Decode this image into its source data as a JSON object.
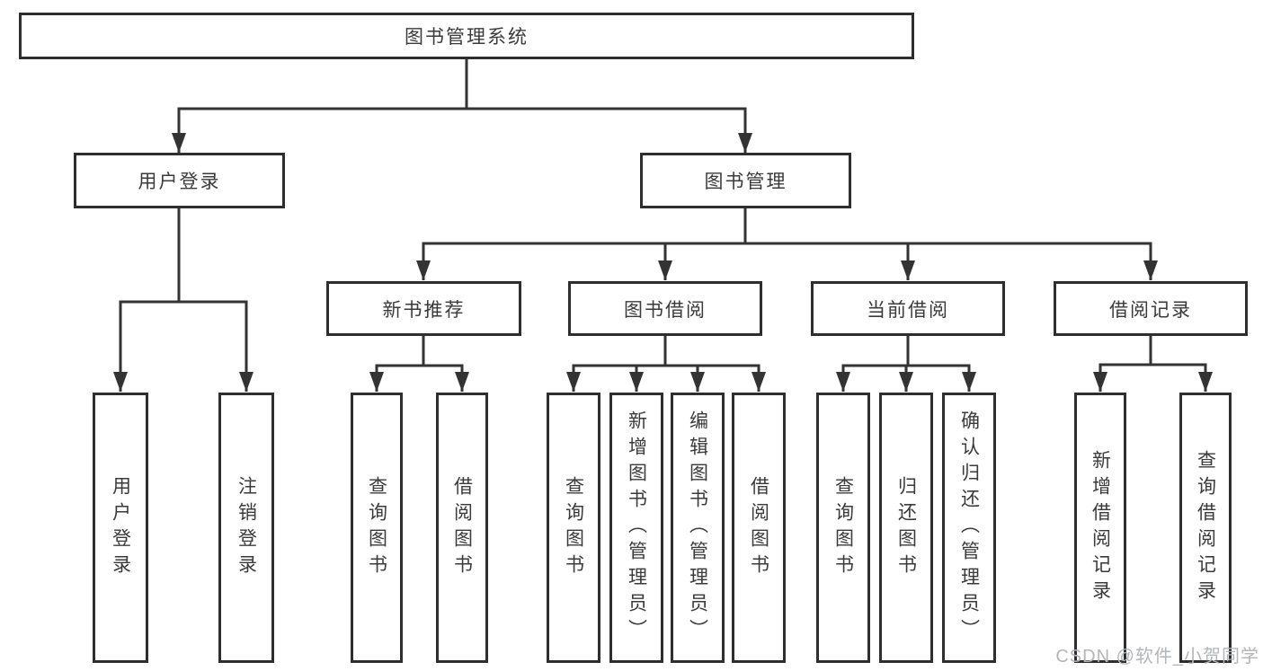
{
  "diagram": {
    "type": "hierarchy-tree",
    "orientation": "top-down",
    "tree": {
      "root": {
        "label": "图书管理系统"
      },
      "branches": [
        {
          "label": "用户登录",
          "children": [
            {
              "label": "用户登录"
            },
            {
              "label": "注销登录"
            }
          ]
        },
        {
          "label": "图书管理",
          "children": [
            {
              "label": "新书推荐",
              "children": [
                {
                  "label": "查询图书"
                },
                {
                  "label": "借阅图书"
                }
              ]
            },
            {
              "label": "图书借阅",
              "children": [
                {
                  "label": "查询图书"
                },
                {
                  "label": "新增图书（管理员）"
                },
                {
                  "label": "编辑图书（管理员）"
                },
                {
                  "label": "借阅图书"
                }
              ]
            },
            {
              "label": "当前借阅",
              "children": [
                {
                  "label": "查询图书"
                },
                {
                  "label": "归还图书"
                },
                {
                  "label": "确认归还（管理员）"
                }
              ]
            },
            {
              "label": "借阅记录",
              "children": [
                {
                  "label": "新增借阅记录"
                },
                {
                  "label": "查询借阅记录"
                }
              ]
            }
          ]
        }
      ]
    },
    "colors": {
      "line": "#333333",
      "border": "#2e2e2e",
      "text": "#3a3a3a",
      "box_background": "#ffffff",
      "page_background": "#ffffff",
      "watermark": "#b3b5b8"
    }
  },
  "watermark": {
    "text": "CSDN @软件_小贺同学"
  }
}
